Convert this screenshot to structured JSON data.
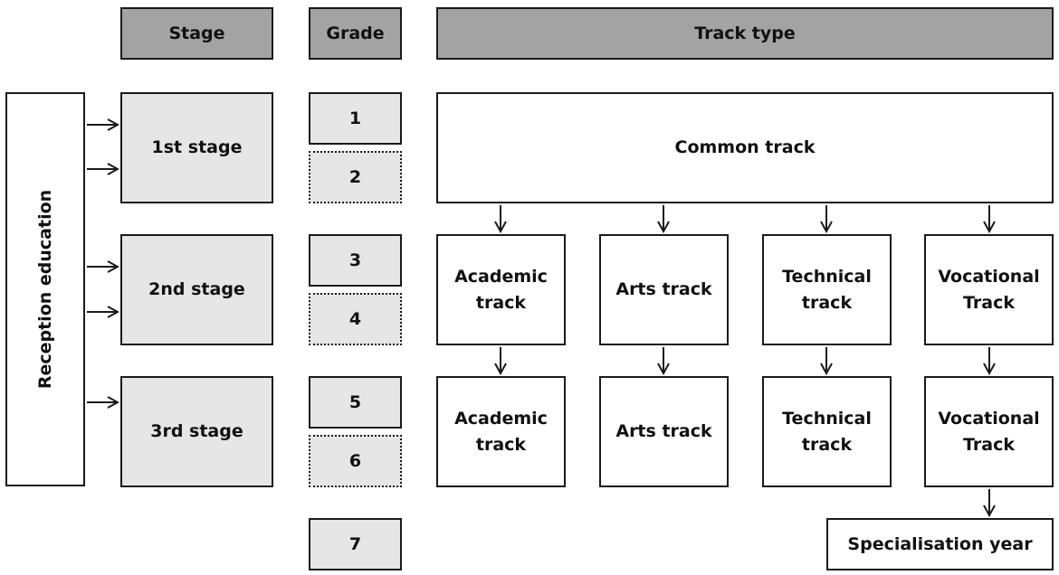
{
  "headers": {
    "stage": "Stage",
    "grade": "Grade",
    "track_type": "Track type"
  },
  "side_label": "Reception education",
  "stages": [
    "1st stage",
    "2nd stage",
    "3rd stage"
  ],
  "grades": [
    "1",
    "2",
    "3",
    "4",
    "5",
    "6",
    "7"
  ],
  "common_track": "Common track",
  "tracks_row1": [
    "Academic\ntrack",
    "Arts track",
    "Technical\ntrack",
    "Vocational\nTrack"
  ],
  "tracks_row2": [
    "Academic\ntrack",
    "Arts track",
    "Technical\ntrack",
    "Vocational\nTrack"
  ],
  "specialisation": "Specialisation year"
}
